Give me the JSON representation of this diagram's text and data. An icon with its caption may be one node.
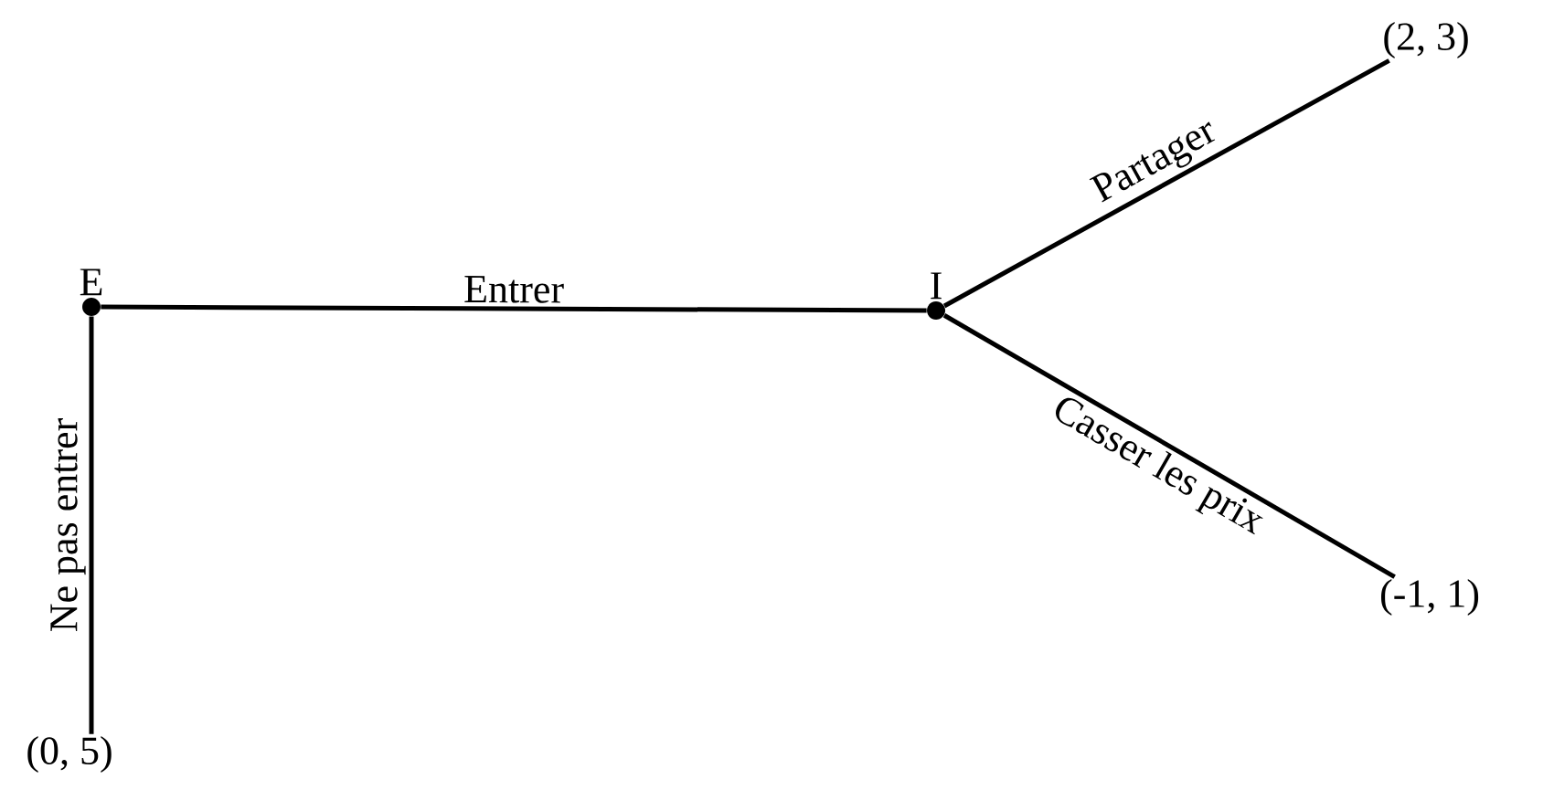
{
  "diagram": {
    "nodes": [
      {
        "text": [
          "E"
        ]
      },
      {
        "text": [
          "I"
        ]
      },
      {
        "text": [
          "(2, 3)"
        ]
      },
      {
        "text": [
          "(-1, 1)"
        ]
      },
      {
        "text": [
          "(0, 5)"
        ]
      }
    ],
    "edges": [
      {
        "from": 0,
        "to": 1,
        "arrow": "none",
        "label": "Entrer"
      },
      {
        "from": 0,
        "to": 4,
        "arrow": "none",
        "label": "Ne pas entrer"
      },
      {
        "from": 1,
        "to": 2,
        "arrow": "none",
        "label": "Partager"
      },
      {
        "from": 1,
        "to": 3,
        "arrow": "none",
        "label": "Casser les prix"
      }
    ]
  }
}
